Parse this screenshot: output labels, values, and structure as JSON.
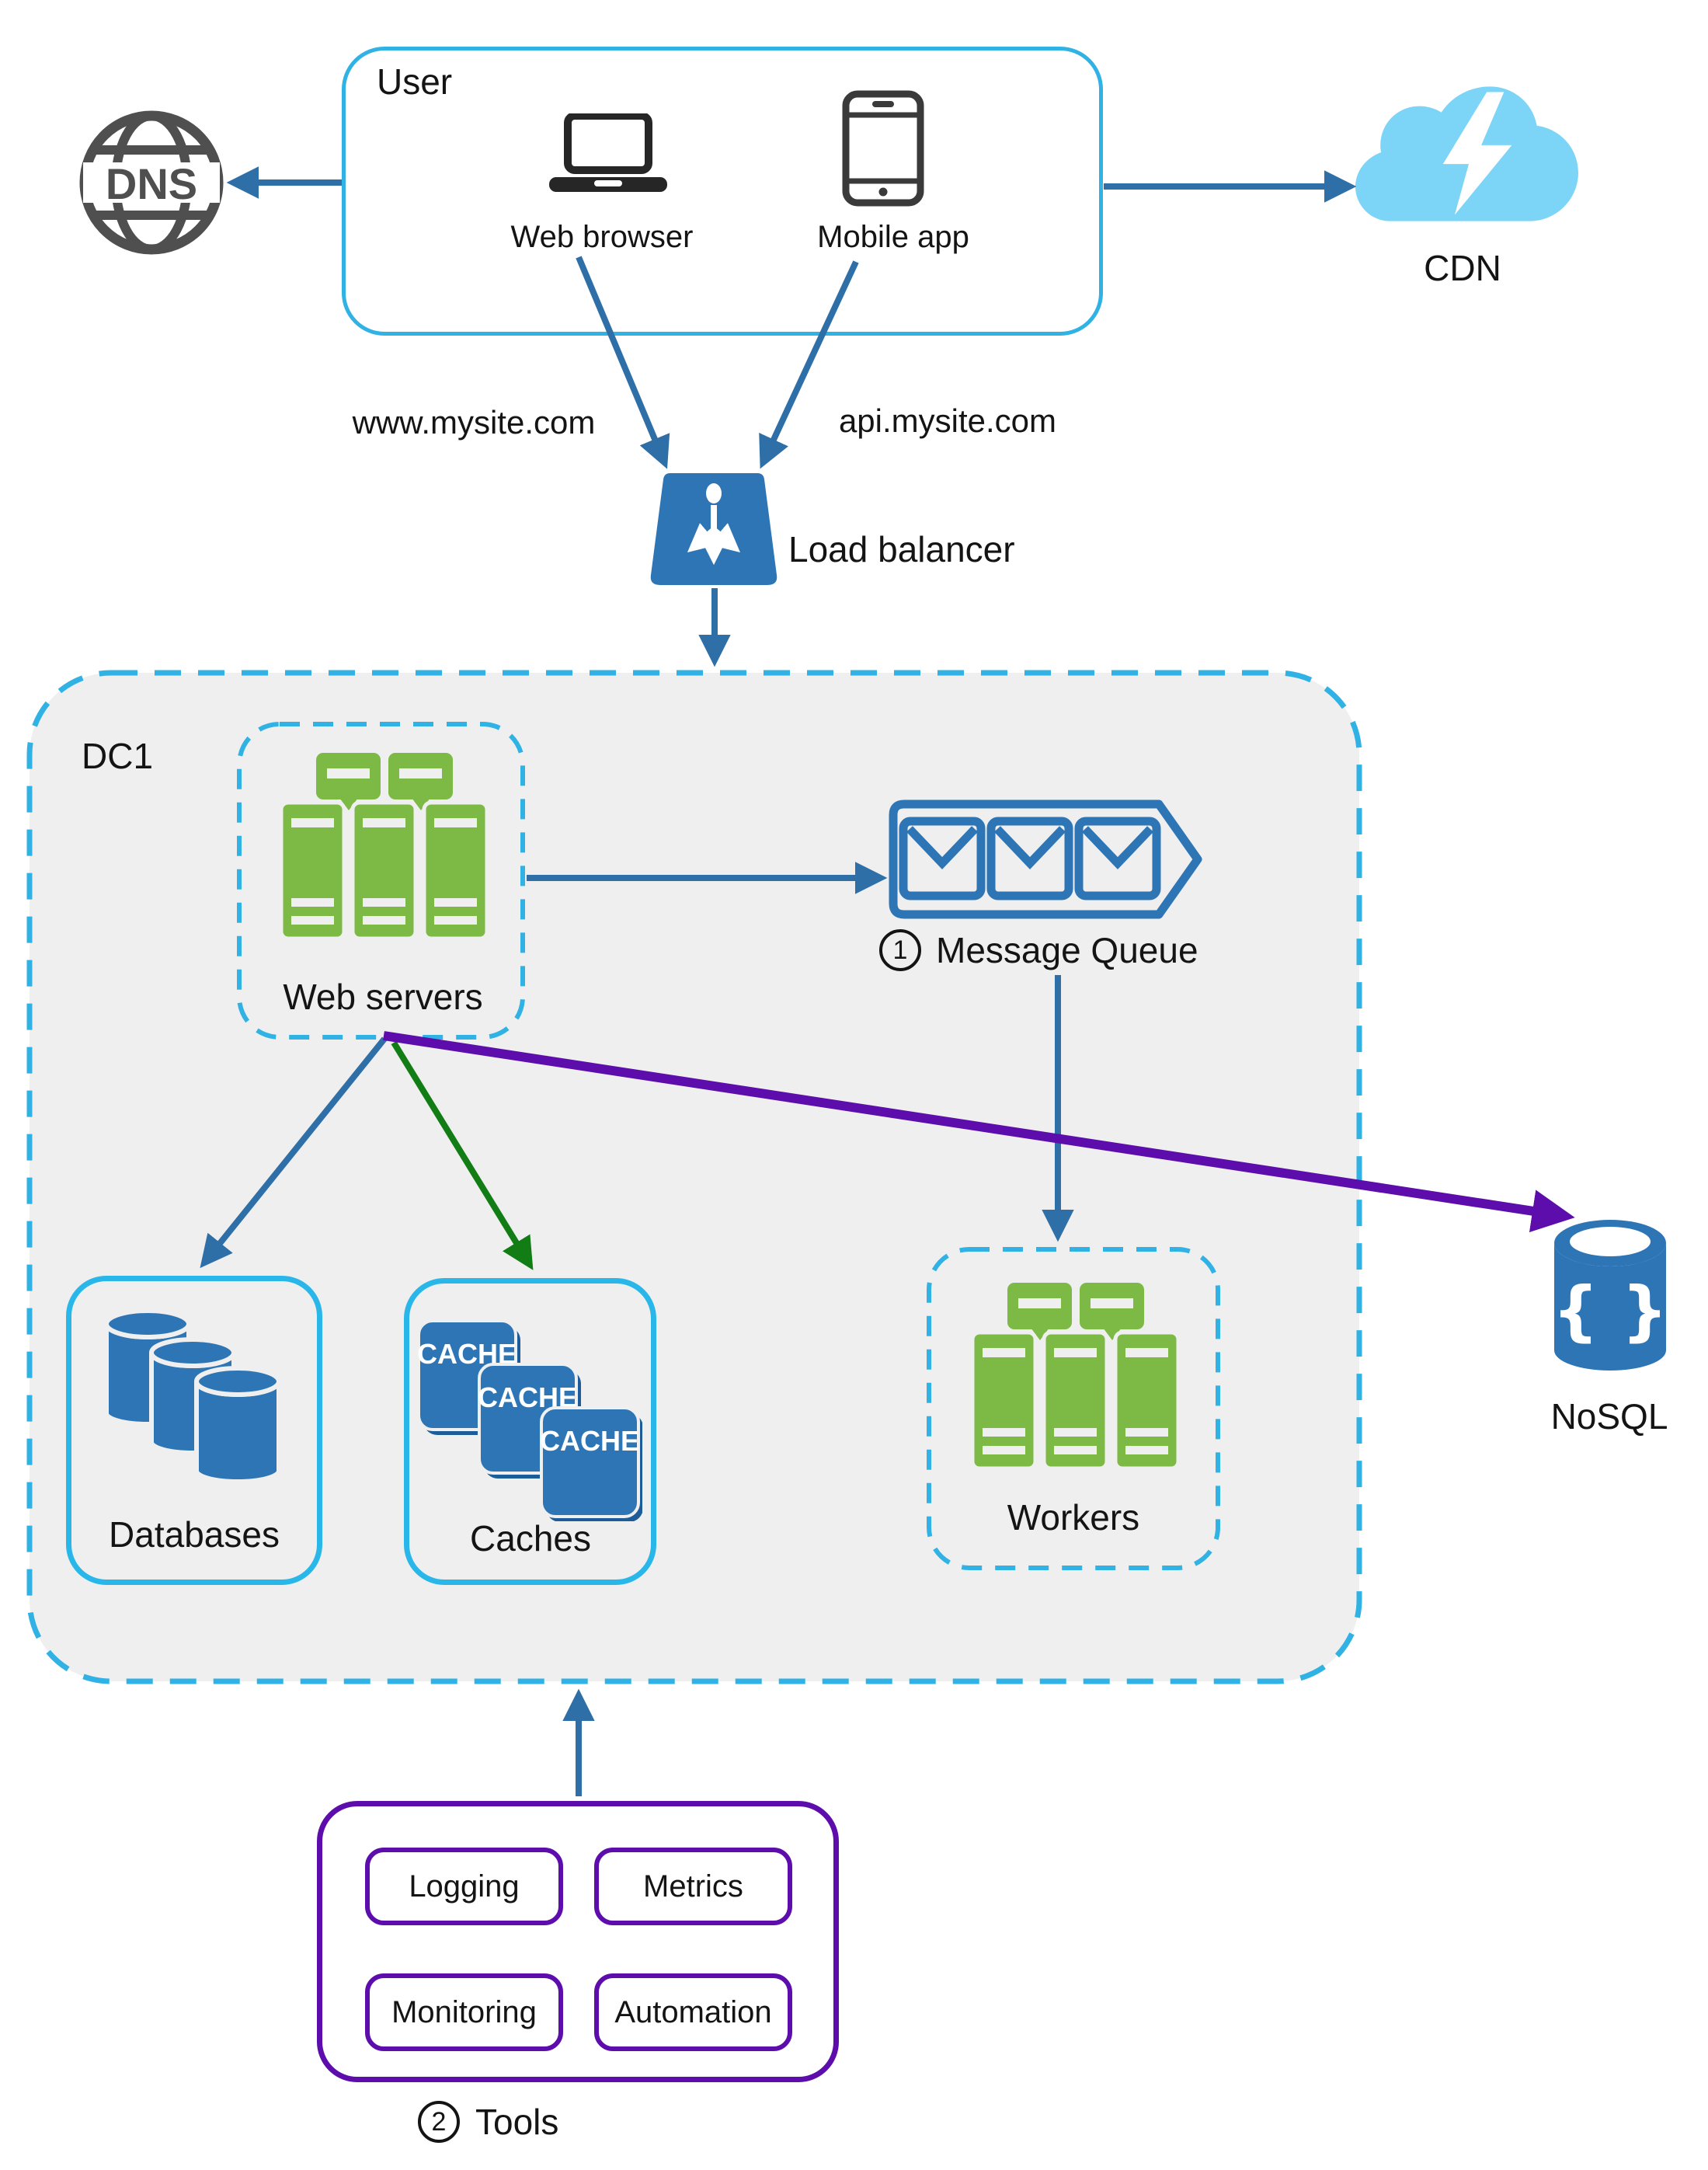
{
  "colors": {
    "container_cyan": "#31b2e4",
    "solid_box_cyan": "#29b7ea",
    "steel_blue": "#2e75b6",
    "arrow_blue": "#2f6fa8",
    "server_green": "#7cba45",
    "arrow_green": "#117d14",
    "purple": "#5c0dab",
    "cloud_blue": "#7cd4f6",
    "dc1_fill": "#efefef",
    "icon_gray": "#4f4f4f"
  },
  "dns": {
    "label": "DNS"
  },
  "user": {
    "title": "User",
    "web_browser_label": "Web browser",
    "mobile_app_label": "Mobile app"
  },
  "cdn": {
    "label": "CDN"
  },
  "routes": {
    "web_domain": "www.mysite.com",
    "api_domain": "api.mysite.com"
  },
  "load_balancer": {
    "label": "Load balancer"
  },
  "dc1": {
    "label": "DC1"
  },
  "web_servers": {
    "label": "Web servers"
  },
  "message_queue": {
    "number": "1",
    "label": "Message Queue"
  },
  "workers": {
    "label": "Workers"
  },
  "databases": {
    "label": "Databases"
  },
  "caches": {
    "label": "Caches",
    "unit_label": "CACHE"
  },
  "nosql": {
    "label": "NoSQL",
    "glyph": "{ }"
  },
  "tools": {
    "number": "2",
    "label": "Tools",
    "items": [
      "Logging",
      "Metrics",
      "Monitoring",
      "Automation"
    ]
  }
}
